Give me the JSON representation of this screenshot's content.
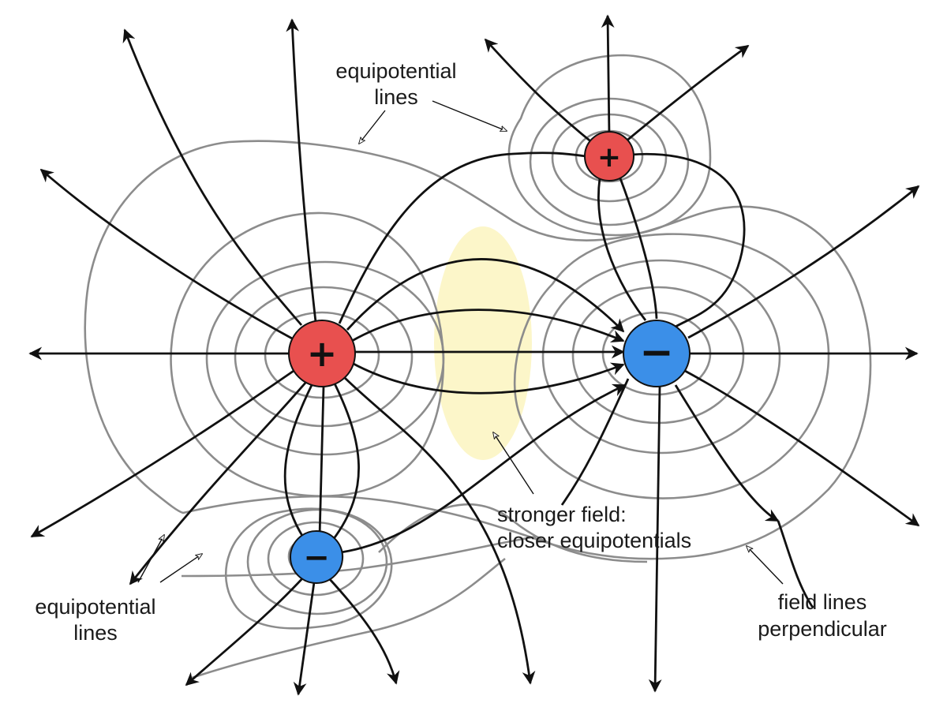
{
  "colors": {
    "positive_charge": "#e8504f",
    "negative_charge": "#3b8fe8",
    "equipotential_line": "#8c8c8c",
    "field_line": "#111111",
    "highlight_region": "#fbf5c0"
  },
  "charges": [
    {
      "id": "big-positive",
      "sign": "+"
    },
    {
      "id": "big-negative",
      "sign": "−"
    },
    {
      "id": "small-positive",
      "sign": "+"
    },
    {
      "id": "small-negative",
      "sign": "−"
    }
  ],
  "labels": {
    "equipotential_top_line1": "equipotential",
    "equipotential_top_line2": "lines",
    "equipotential_bottom_line1": "equipotential",
    "equipotential_bottom_line2": "lines",
    "stronger_field_line1": "stronger field:",
    "stronger_field_line2": "closer equipotentials",
    "field_perpendicular_line1": "field lines",
    "field_perpendicular_line2": "perpendicular"
  }
}
